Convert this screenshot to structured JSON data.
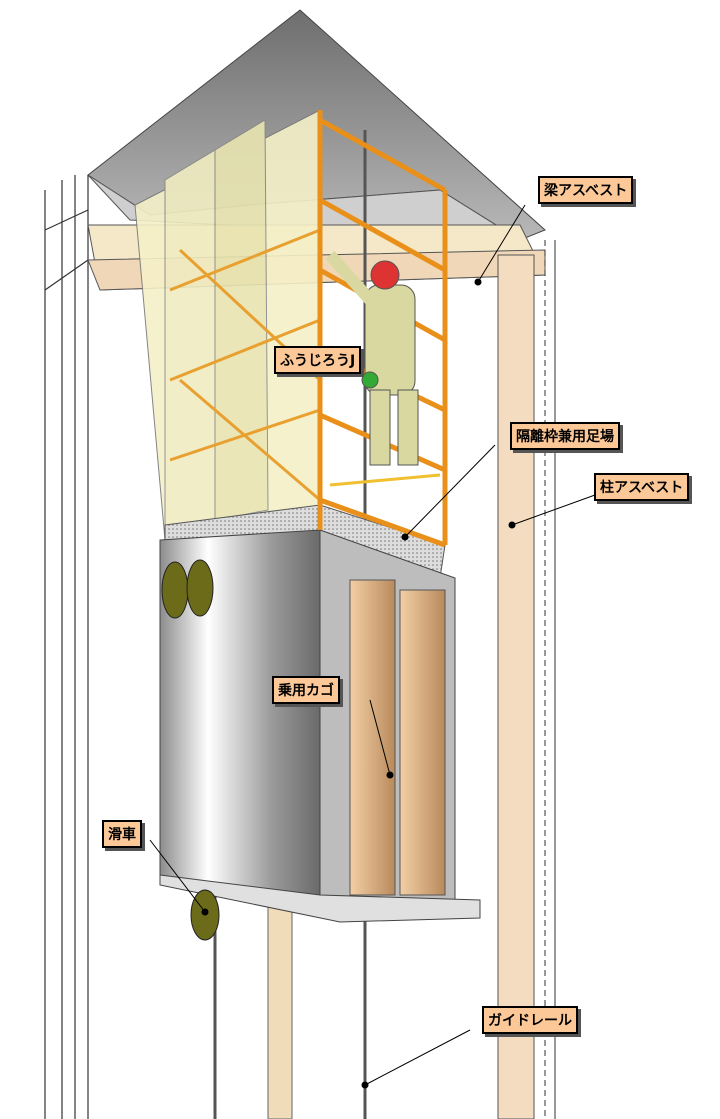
{
  "labels": {
    "beam_asbestos": "梁アスベスト",
    "fujirou": "ふうじろうJ",
    "scaffold": "隔離枠兼用足場",
    "column_asbestos": "柱アスベスト",
    "car": "乗用カゴ",
    "pulley": "滑車",
    "guide_rail": "ガイドレール"
  },
  "colors": {
    "label_bg": "#fcc898",
    "scaffold": "#e8901a",
    "ceiling": "#8a8a8a"
  }
}
